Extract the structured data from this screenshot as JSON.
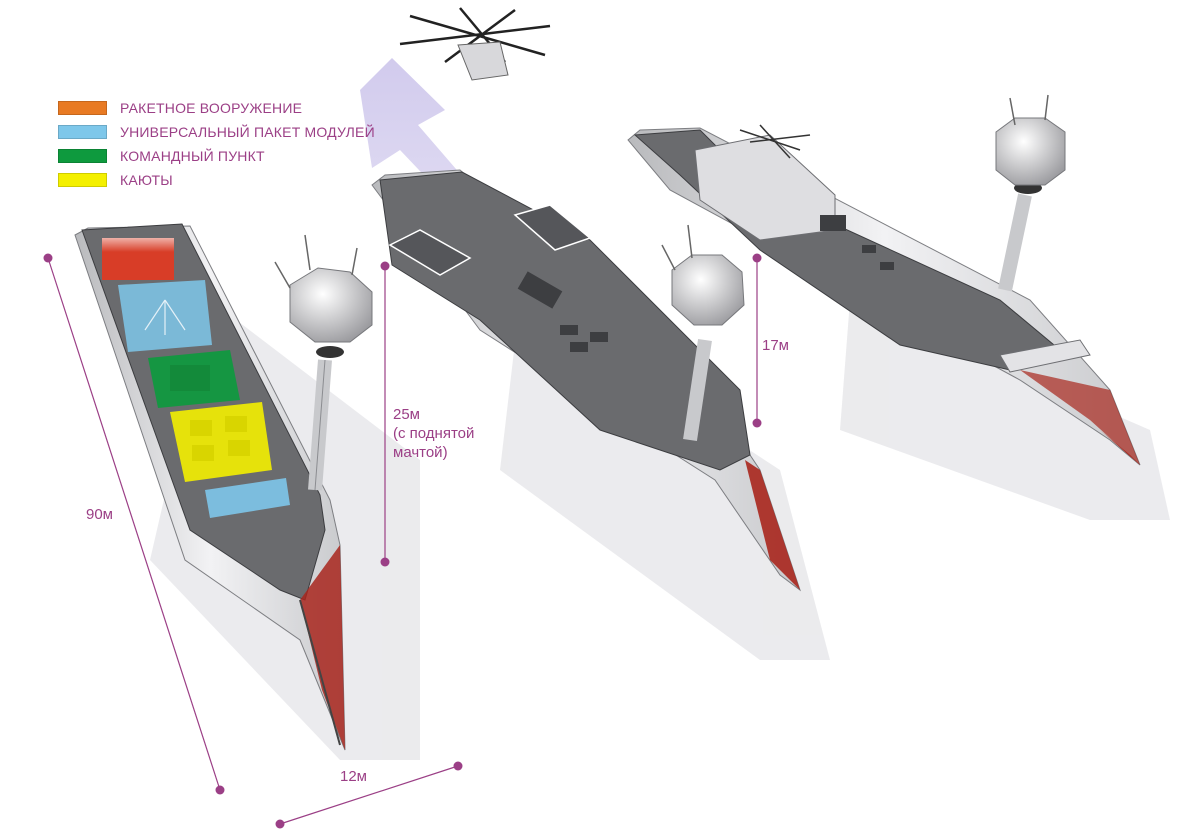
{
  "legend": [
    {
      "label": "РАКЕТНОЕ ВООРУЖЕНИЕ",
      "color": "#e87a23"
    },
    {
      "label": "УНИВЕРСАЛЬНЫЙ ПАКЕТ МОДУЛЕЙ",
      "color": "#7ec7ea"
    },
    {
      "label": "КОМАНДНЫЙ ПУНКТ",
      "color": "#0e9a3e"
    },
    {
      "label": "КАЮТЫ",
      "color": "#f4f000"
    }
  ],
  "dimensions": {
    "length": "90м",
    "width": "12м",
    "height_mast_line1": "25м",
    "height_mast_line2": "(с поднятой",
    "height_mast_line3": "мачтой)",
    "height_hull": "17м"
  },
  "colors": {
    "dimension": "#9b3f86",
    "deck": "#6a6b6e",
    "hull": "#e3e3e6",
    "hull_red": "#a8261d",
    "rocket_module": "#e23a21",
    "universal_module": "#7ec7ea",
    "command_module": "#0e9a3e",
    "cabins_module": "#f4f000",
    "helicopter_path": "#cfc8ec"
  }
}
